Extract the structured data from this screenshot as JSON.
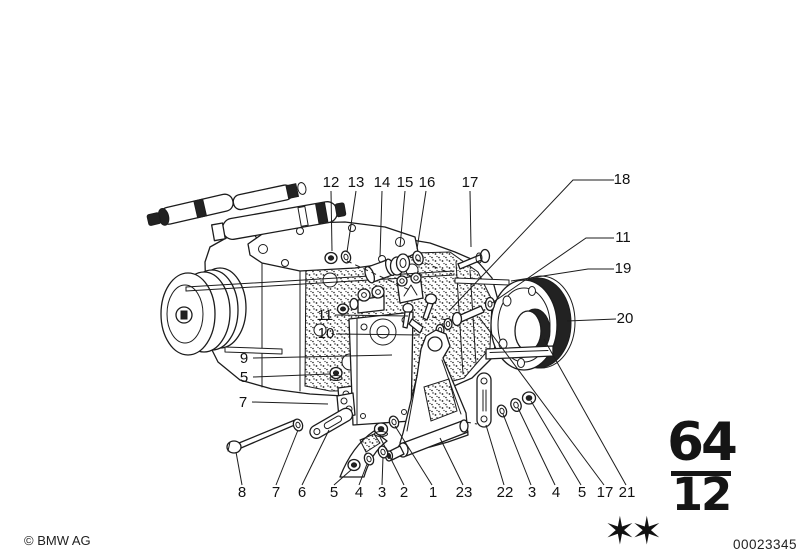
{
  "footer": {
    "copyright": "© BMW AG",
    "doc_number": "00023345"
  },
  "section_badge": {
    "group": "64",
    "subgroup": "12"
  },
  "stars": {
    "glyph": "✶✶"
  },
  "callouts": [
    {
      "id": "top-12",
      "label": "12"
    },
    {
      "id": "top-13",
      "label": "13"
    },
    {
      "id": "top-14",
      "label": "14"
    },
    {
      "id": "top-15",
      "label": "15"
    },
    {
      "id": "top-16",
      "label": "16"
    },
    {
      "id": "top-17",
      "label": "17"
    },
    {
      "id": "right-18",
      "label": "18"
    },
    {
      "id": "right-11",
      "label": "11"
    },
    {
      "id": "right-19",
      "label": "19"
    },
    {
      "id": "right-20",
      "label": "20"
    },
    {
      "id": "left-11",
      "label": "11"
    },
    {
      "id": "left-10",
      "label": "10"
    },
    {
      "id": "left-9",
      "label": "9"
    },
    {
      "id": "left-5",
      "label": "5"
    },
    {
      "id": "left-7",
      "label": "7"
    },
    {
      "id": "bottom-8",
      "label": "8"
    },
    {
      "id": "bottom-7",
      "label": "7"
    },
    {
      "id": "bottom-6",
      "label": "6"
    },
    {
      "id": "bottom-5",
      "label": "5"
    },
    {
      "id": "bottom-4",
      "label": "4"
    },
    {
      "id": "bottom-3",
      "label": "3"
    },
    {
      "id": "bottom-2",
      "label": "2"
    },
    {
      "id": "bottom-1",
      "label": "1"
    },
    {
      "id": "bottom-23",
      "label": "23"
    },
    {
      "id": "bottom-22",
      "label": "22"
    },
    {
      "id": "bottom-3b",
      "label": "3"
    },
    {
      "id": "bottom-4b",
      "label": "4"
    },
    {
      "id": "bottom-5b",
      "label": "5"
    },
    {
      "id": "bottom-17",
      "label": "17"
    },
    {
      "id": "bottom-21",
      "label": "21"
    }
  ]
}
